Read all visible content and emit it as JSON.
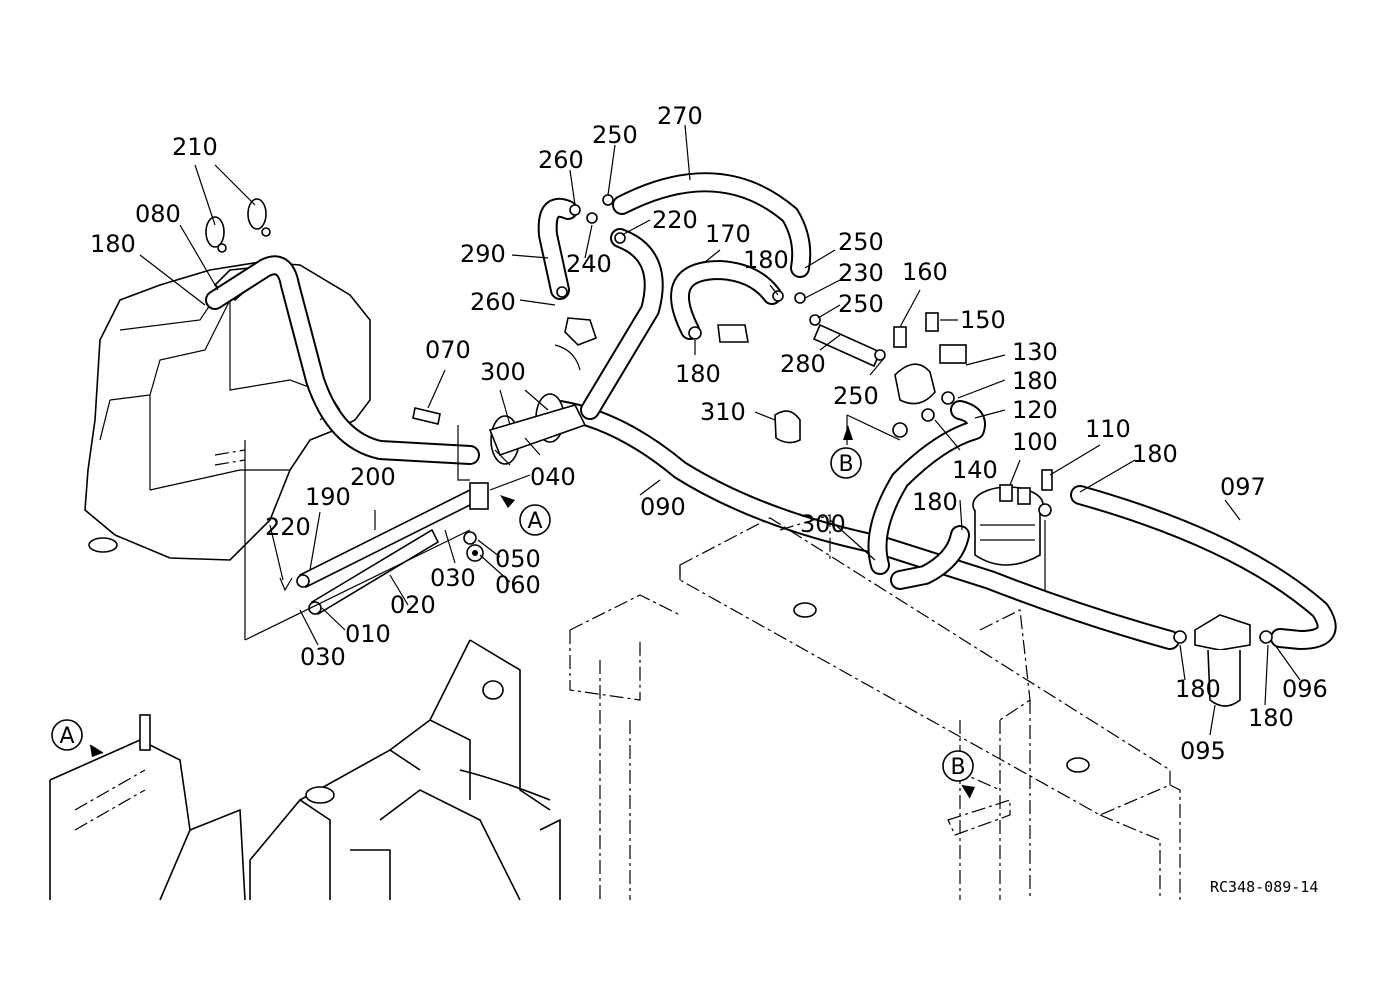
{
  "diagram": {
    "drawing_code": "RC348-089-14",
    "callouts": [
      {
        "id": "c210",
        "text": "210"
      },
      {
        "id": "c080",
        "text": "080"
      },
      {
        "id": "c180a",
        "text": "180"
      },
      {
        "id": "c260a",
        "text": "260"
      },
      {
        "id": "c250a",
        "text": "250"
      },
      {
        "id": "c270",
        "text": "270"
      },
      {
        "id": "c220a",
        "text": "220"
      },
      {
        "id": "c290",
        "text": "290"
      },
      {
        "id": "c240",
        "text": "240"
      },
      {
        "id": "c170",
        "text": "170"
      },
      {
        "id": "c180b",
        "text": "180"
      },
      {
        "id": "c250b",
        "text": "250"
      },
      {
        "id": "c230",
        "text": "230"
      },
      {
        "id": "c250c",
        "text": "250"
      },
      {
        "id": "c160",
        "text": "160"
      },
      {
        "id": "c150",
        "text": "150"
      },
      {
        "id": "c260b",
        "text": "260"
      },
      {
        "id": "c180c",
        "text": "180"
      },
      {
        "id": "c280",
        "text": "280"
      },
      {
        "id": "c130",
        "text": "130"
      },
      {
        "id": "c180d",
        "text": "180"
      },
      {
        "id": "c250d",
        "text": "250"
      },
      {
        "id": "c120",
        "text": "120"
      },
      {
        "id": "c070",
        "text": "070"
      },
      {
        "id": "c300a",
        "text": "300"
      },
      {
        "id": "c310",
        "text": "310"
      },
      {
        "id": "c140",
        "text": "140"
      },
      {
        "id": "c100",
        "text": "100"
      },
      {
        "id": "c110",
        "text": "110"
      },
      {
        "id": "c180e",
        "text": "180"
      },
      {
        "id": "c040",
        "text": "040"
      },
      {
        "id": "c200",
        "text": "200"
      },
      {
        "id": "c190",
        "text": "190"
      },
      {
        "id": "c090",
        "text": "090"
      },
      {
        "id": "c097",
        "text": "097"
      },
      {
        "id": "c220b",
        "text": "220"
      },
      {
        "id": "c180f",
        "text": "180"
      },
      {
        "id": "c300b",
        "text": "300"
      },
      {
        "id": "c050",
        "text": "050"
      },
      {
        "id": "c030a",
        "text": "030"
      },
      {
        "id": "c060",
        "text": "060"
      },
      {
        "id": "c020",
        "text": "020"
      },
      {
        "id": "c010",
        "text": "010"
      },
      {
        "id": "c030b",
        "text": "030"
      },
      {
        "id": "c180g",
        "text": "180"
      },
      {
        "id": "c096",
        "text": "096"
      },
      {
        "id": "c180h",
        "text": "180"
      },
      {
        "id": "c095",
        "text": "095"
      }
    ],
    "references": [
      {
        "id": "refA1",
        "text": "A"
      },
      {
        "id": "refB1",
        "text": "B"
      },
      {
        "id": "refA2",
        "text": "A"
      },
      {
        "id": "refB2",
        "text": "B"
      }
    ]
  }
}
